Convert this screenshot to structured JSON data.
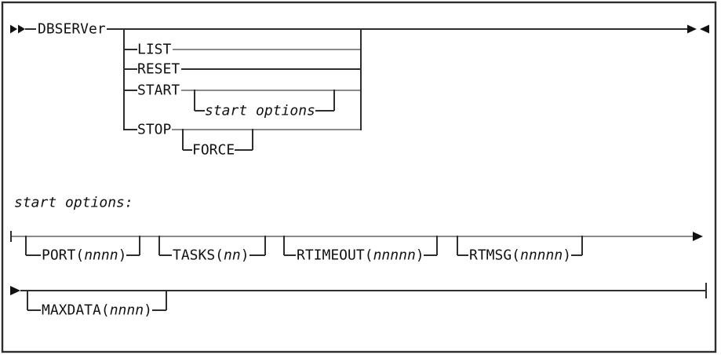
{
  "colors": {
    "rail": "#8a8a8a",
    "ink": "#2e2e2e",
    "text": "#111111",
    "background": "#ffffff"
  },
  "diagram": {
    "command": "DBSERVer",
    "subcommands": {
      "list": "LIST",
      "reset": "RESET",
      "start": "START",
      "stop": "STOP"
    },
    "start_options_ref": "start options",
    "stop_force_option": "FORCE",
    "fragment_heading": "start options:",
    "options_row1": {
      "port": {
        "kw": "PORT(",
        "var": "nnnn",
        "close": ")"
      },
      "tasks": {
        "kw": "TASKS(",
        "var": "nn",
        "close": ")"
      },
      "rtimeout": {
        "kw": "RTIMEOUT(",
        "var": "nnnnn",
        "close": ")"
      },
      "rtmsg": {
        "kw": "RTMSG(",
        "var": "nnnnn",
        "close": ")"
      }
    },
    "options_row2": {
      "maxdata": {
        "kw": "MAXDATA(",
        "var": "nnnn",
        "close": ")"
      }
    }
  }
}
